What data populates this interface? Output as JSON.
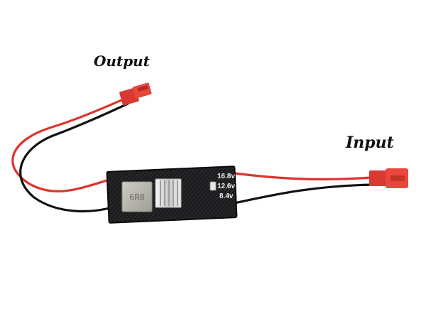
{
  "labels": {
    "output": "Output",
    "input": "Input"
  },
  "board": {
    "inductor_marking": "6R8",
    "voltage_options": [
      "16.8v",
      "12.6v",
      "8.4v"
    ]
  },
  "colors": {
    "background": "#ffffff",
    "wire_red": "#e0322c",
    "wire_black": "#111111",
    "connector_red": "#e23b32",
    "board_carbon": "#1b1b1d",
    "heatsink": "#d9d9d9",
    "inductor": "#b8b6ac",
    "silkscreen": "#f2f2f2"
  }
}
